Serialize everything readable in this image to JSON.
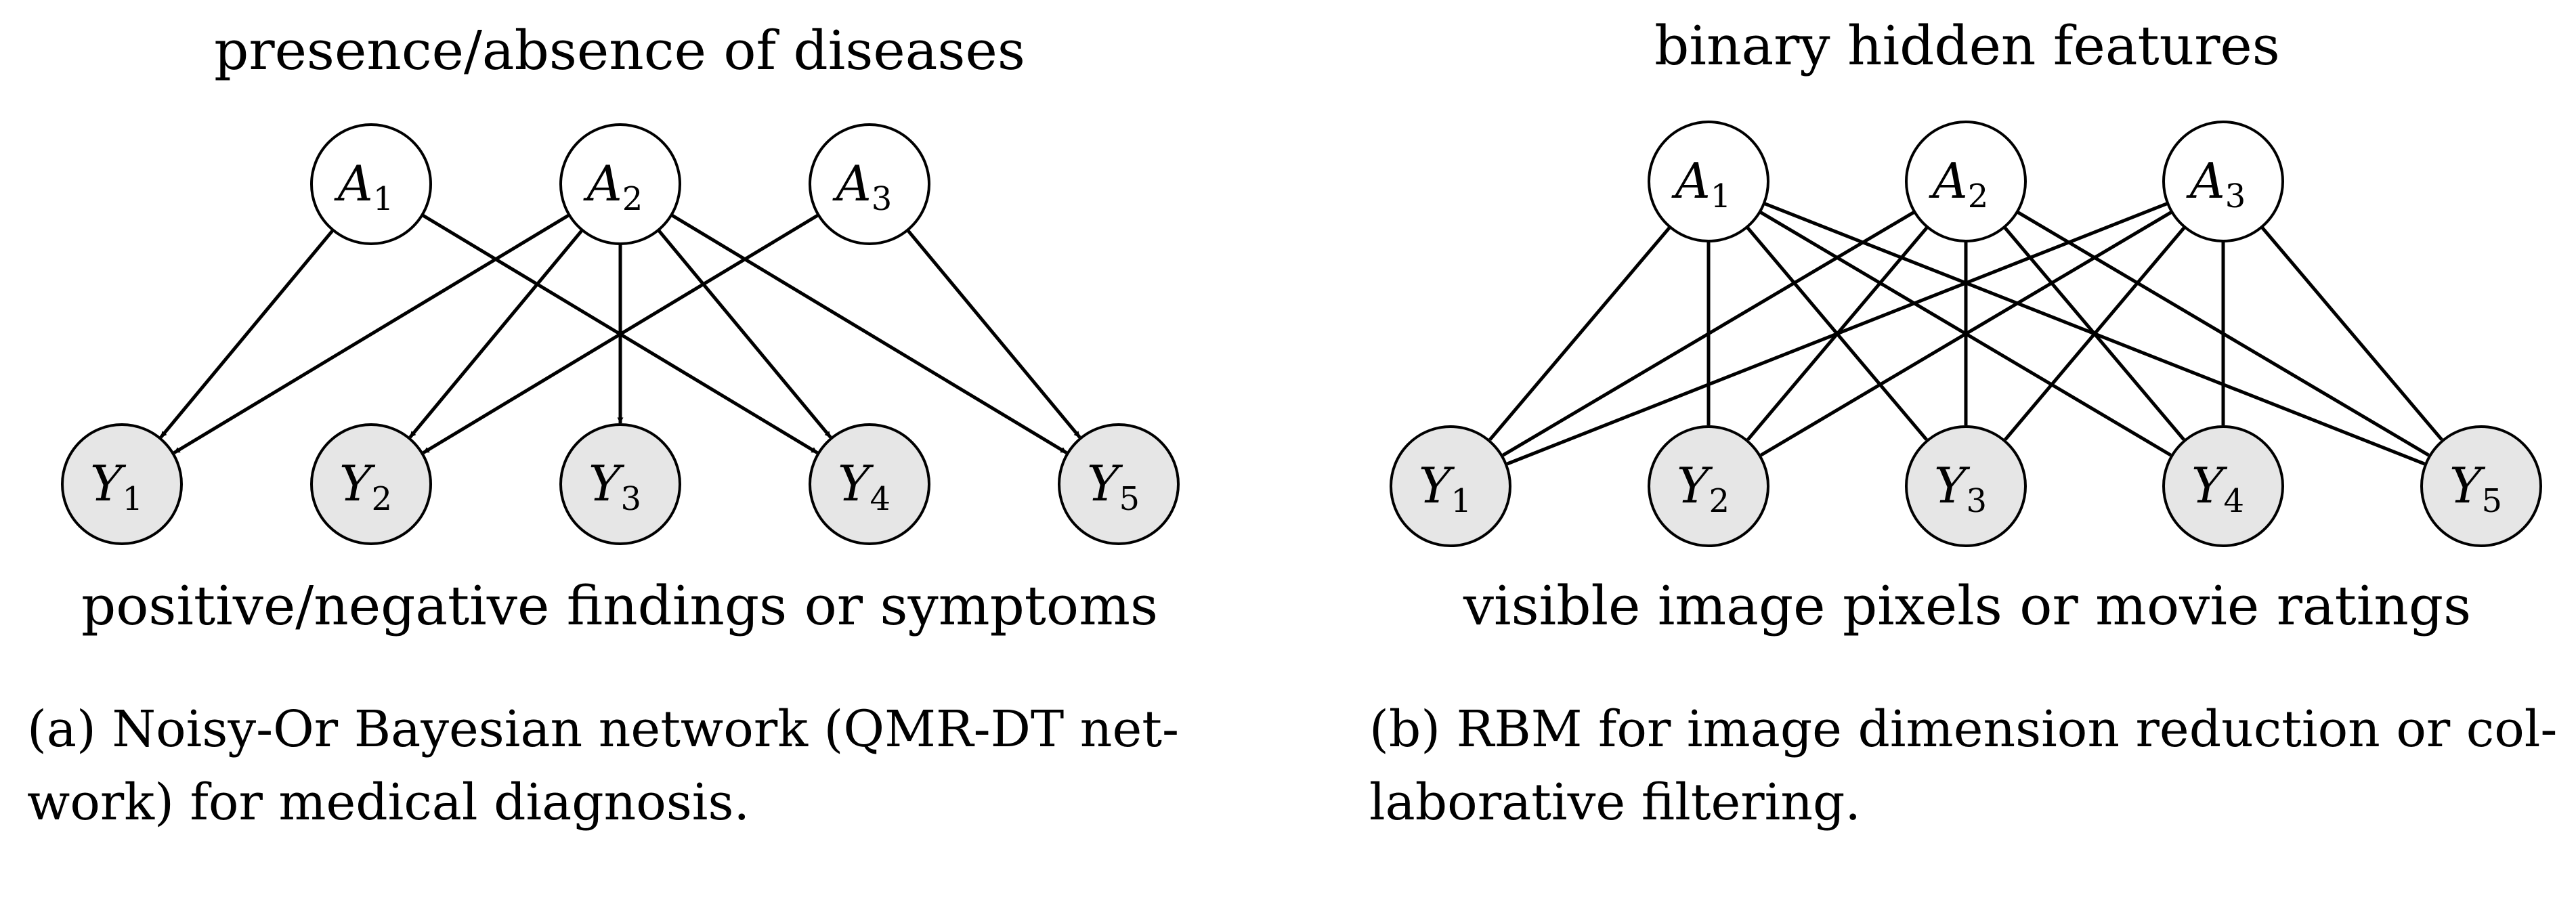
{
  "panels": [
    {
      "id": "a",
      "top_label": "presence/absence of diseases",
      "bottom_label": "positive/negative findings or symptoms",
      "caption_lines": [
        "(a) Noisy-Or Bayesian network (QMR-DT net-",
        "work) for medical diagnosis."
      ],
      "directed": true,
      "hidden_nodes": [
        {
          "id": "A1",
          "base": "A",
          "sub": "1"
        },
        {
          "id": "A2",
          "base": "A",
          "sub": "2"
        },
        {
          "id": "A3",
          "base": "A",
          "sub": "3"
        }
      ],
      "visible_nodes": [
        {
          "id": "Y1",
          "base": "Y",
          "sub": "1"
        },
        {
          "id": "Y2",
          "base": "Y",
          "sub": "2"
        },
        {
          "id": "Y3",
          "base": "Y",
          "sub": "3"
        },
        {
          "id": "Y4",
          "base": "Y",
          "sub": "4"
        },
        {
          "id": "Y5",
          "base": "Y",
          "sub": "5"
        }
      ],
      "edges": [
        [
          "A1",
          "Y1"
        ],
        [
          "A1",
          "Y4"
        ],
        [
          "A2",
          "Y1"
        ],
        [
          "A2",
          "Y2"
        ],
        [
          "A2",
          "Y3"
        ],
        [
          "A2",
          "Y4"
        ],
        [
          "A2",
          "Y5"
        ],
        [
          "A3",
          "Y2"
        ],
        [
          "A3",
          "Y5"
        ]
      ]
    },
    {
      "id": "b",
      "top_label": "binary hidden features",
      "bottom_label": "visible image pixels or movie ratings",
      "caption_lines": [
        "(b) RBM for image dimension reduction or col-",
        "laborative filtering."
      ],
      "directed": false,
      "hidden_nodes": [
        {
          "id": "A1",
          "base": "A",
          "sub": "1"
        },
        {
          "id": "A2",
          "base": "A",
          "sub": "2"
        },
        {
          "id": "A3",
          "base": "A",
          "sub": "3"
        }
      ],
      "visible_nodes": [
        {
          "id": "Y1",
          "base": "Y",
          "sub": "1"
        },
        {
          "id": "Y2",
          "base": "Y",
          "sub": "2"
        },
        {
          "id": "Y3",
          "base": "Y",
          "sub": "3"
        },
        {
          "id": "Y4",
          "base": "Y",
          "sub": "4"
        },
        {
          "id": "Y5",
          "base": "Y",
          "sub": "5"
        }
      ],
      "edges": "complete-bipartite"
    }
  ],
  "colors": {
    "hidden_fill": "#ffffff",
    "visible_fill": "#e6e6e6",
    "stroke": "#000000"
  }
}
